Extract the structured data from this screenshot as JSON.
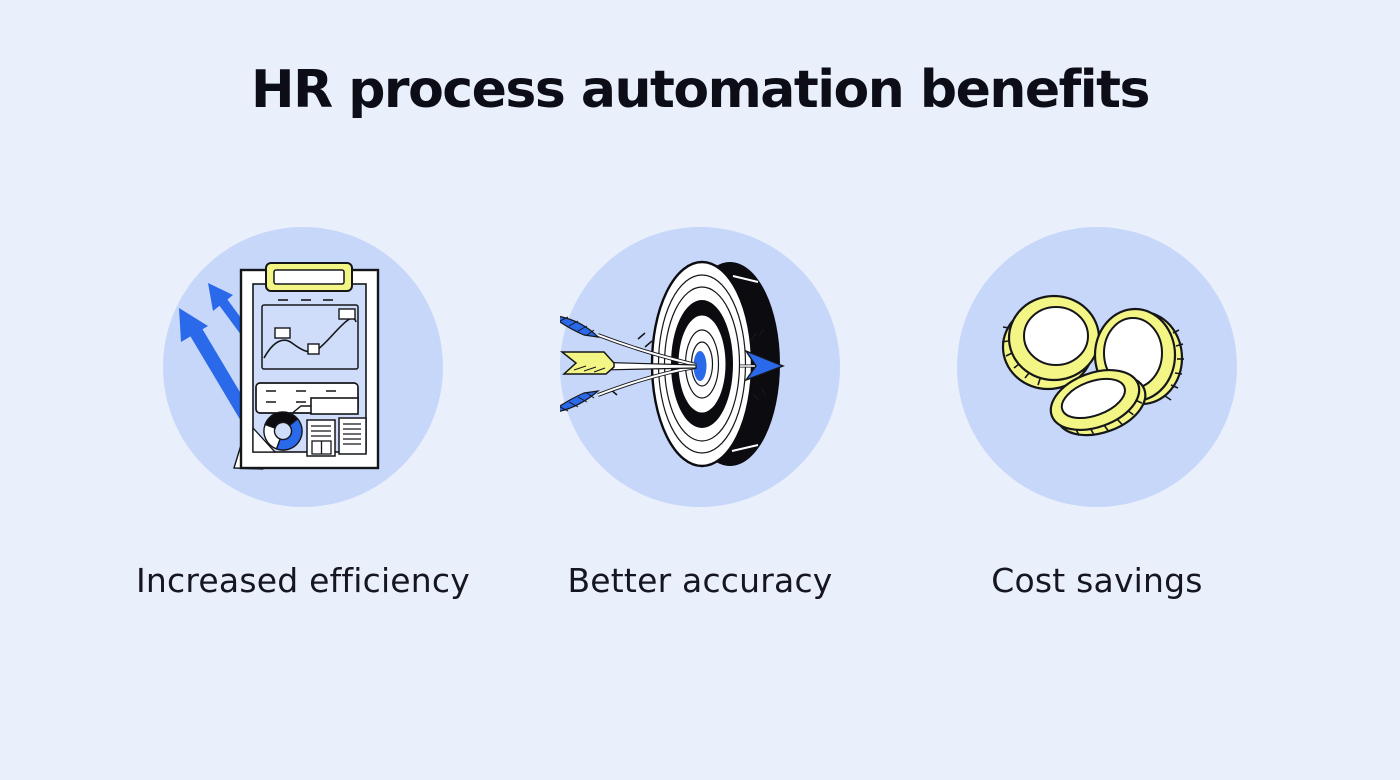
{
  "page": {
    "title": "HR process automation benefits"
  },
  "cards": [
    {
      "label": "Increased efficiency",
      "icon": "clipboard-report-growth-arrows-icon"
    },
    {
      "label": "Better accuracy",
      "icon": "dartboard-bullseye-arrows-icon"
    },
    {
      "label": "Cost savings",
      "icon": "coins-icon"
    }
  ],
  "colors": {
    "page_background": "#EAEFFC",
    "circle_background": "#C7D7F9",
    "accent_blue": "#2A69E9",
    "accent_yellow": "#F3F584",
    "outline_ink": "#15161A",
    "text": "#0C0D16"
  }
}
